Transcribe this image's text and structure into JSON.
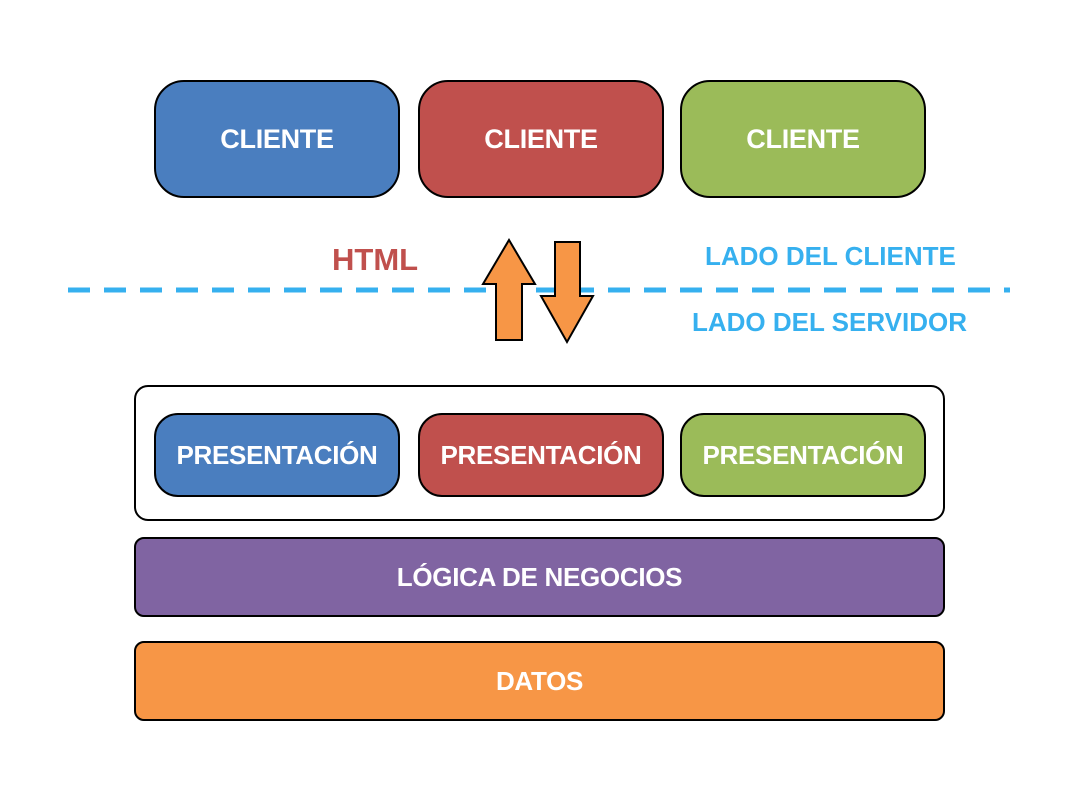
{
  "clients": [
    {
      "label": "CLIENTE",
      "color": "#4a7ebf"
    },
    {
      "label": "CLIENTE",
      "color": "#c0504d"
    },
    {
      "label": "CLIENTE",
      "color": "#9bbb59"
    }
  ],
  "protocol_label": "HTML",
  "protocol_color": "#c0504d",
  "divider_color": "#36b0ef",
  "client_side_label": "LADO DEL CLIENTE",
  "server_side_label": "LADO DEL SERVIDOR",
  "arrow_color": "#f79646",
  "presentations": [
    {
      "label": "PRESENTACIÓN",
      "color": "#4a7ebf"
    },
    {
      "label": "PRESENTACIÓN",
      "color": "#c0504d"
    },
    {
      "label": "PRESENTACIÓN",
      "color": "#9bbb59"
    }
  ],
  "business_logic": {
    "label": "LÓGICA DE NEGOCIOS",
    "color": "#8064a2"
  },
  "data_layer": {
    "label": "DATOS",
    "color": "#f79646"
  }
}
